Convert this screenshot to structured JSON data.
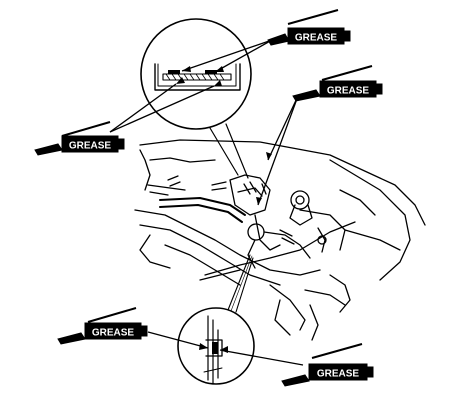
{
  "callouts": {
    "top_right": "GREASE",
    "upper_left": "GREASE",
    "mid_right": "GREASE",
    "lower_left": "GREASE",
    "lower_right": "GREASE"
  },
  "colors": {
    "ink": "#000000",
    "paper": "#ffffff"
  },
  "icons": {
    "grease_gun": "grease-gun-icon"
  }
}
